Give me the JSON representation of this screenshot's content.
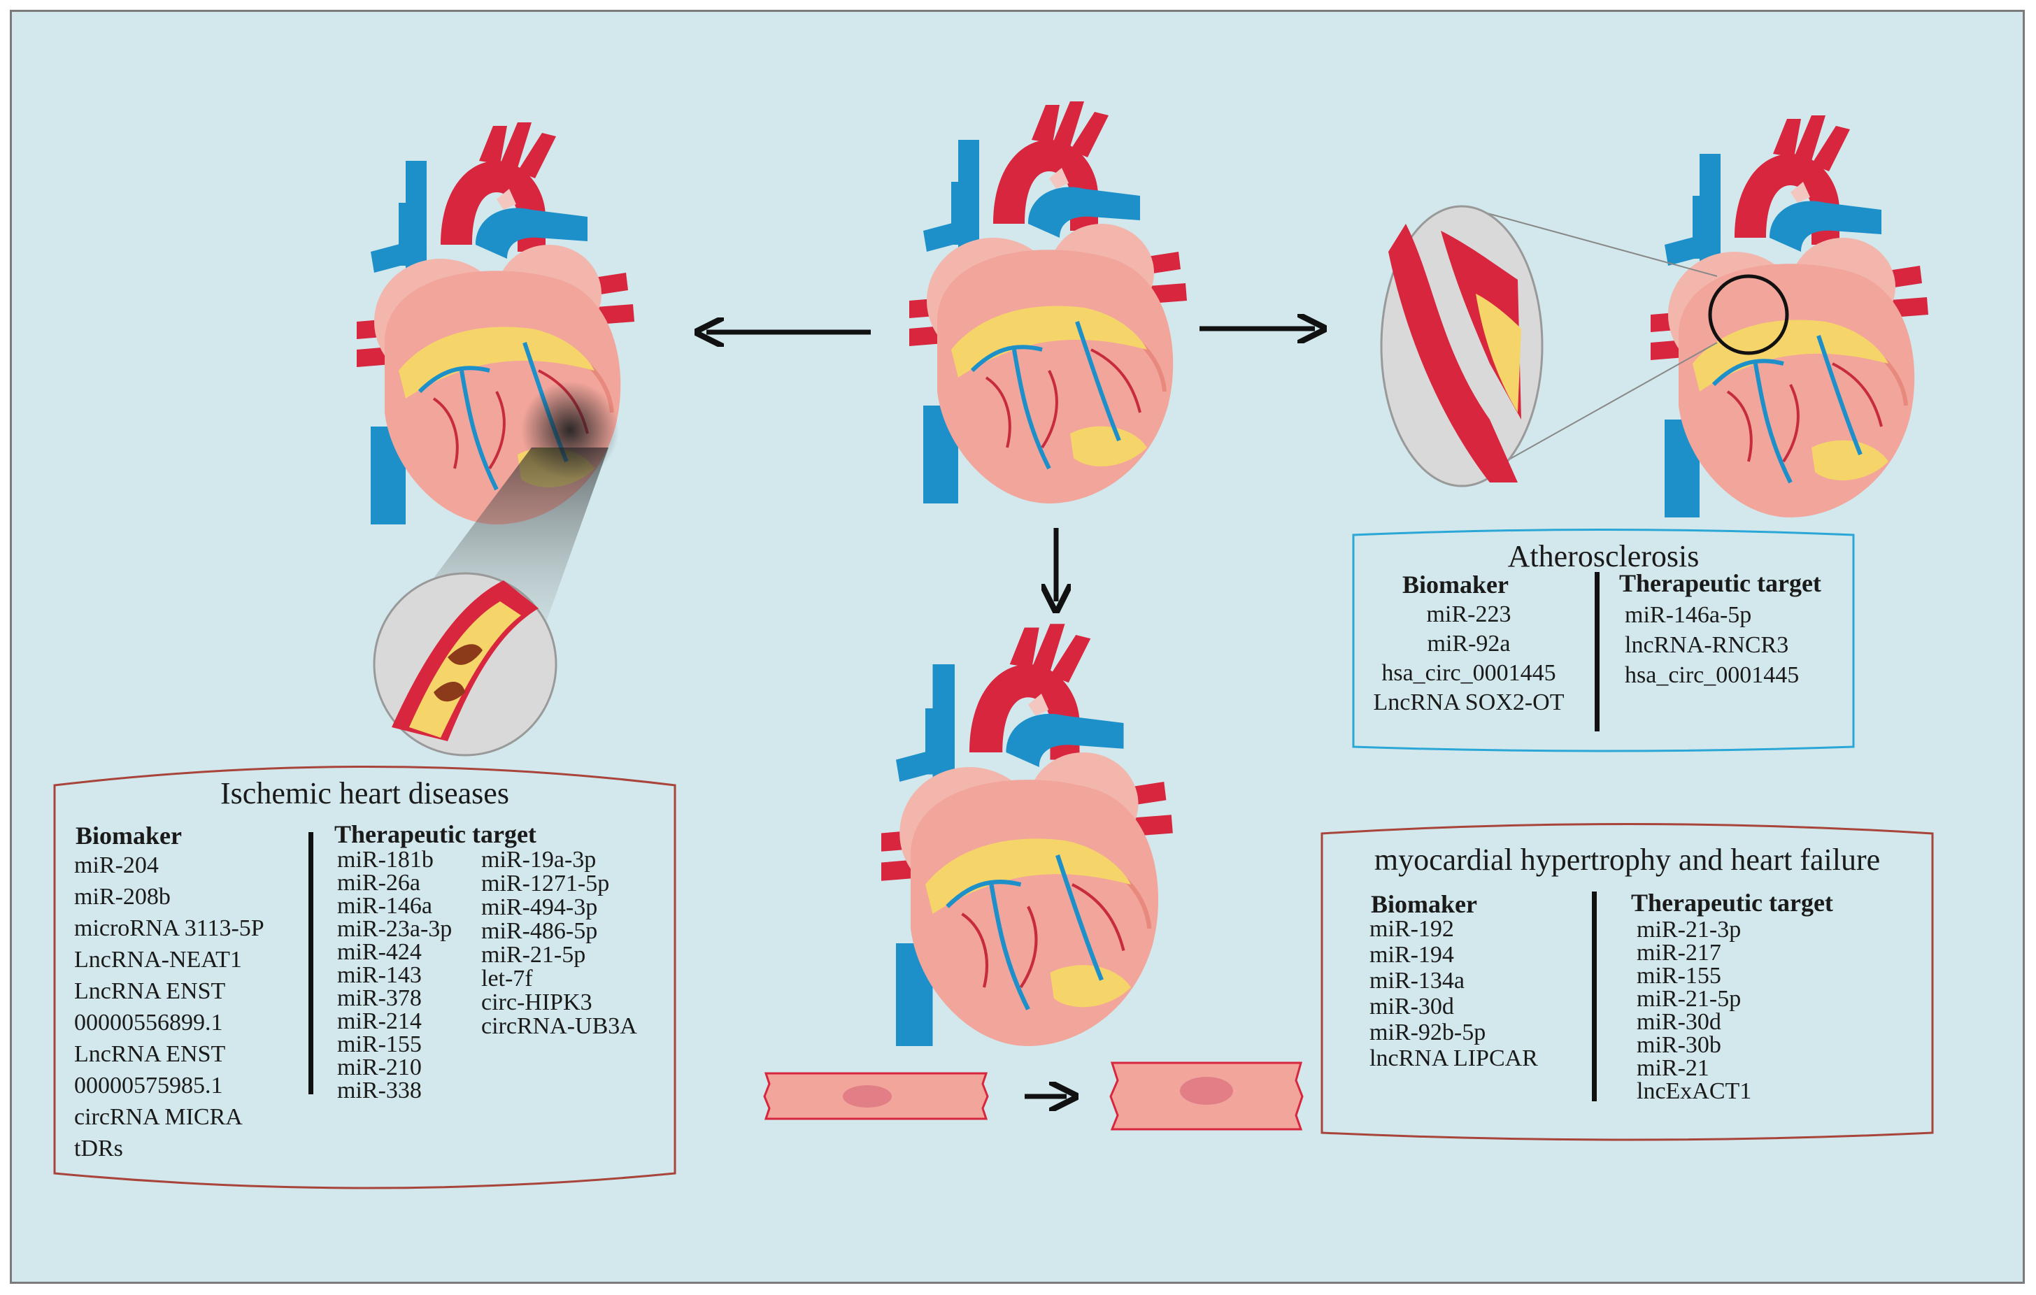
{
  "ischemic": {
    "title": "Ischemic heart diseases",
    "biomarker_heading": "Biomaker",
    "biomarkers": [
      "miR-204",
      "miR-208b",
      "microRNA 3113-5P",
      "LncRNA-NEAT1",
      "LncRNA ENST",
      "00000556899.1",
      "LncRNA ENST",
      "00000575985.1",
      "circRNA MICRA",
      "tDRs"
    ],
    "target_heading": "Therapeutic target",
    "targets_col1": [
      "miR-181b",
      "miR-26a",
      "miR-146a",
      "miR-23a-3p",
      "miR-424",
      "miR-143",
      "miR-378",
      "miR-214",
      "miR-155",
      "miR-210",
      "miR-338"
    ],
    "targets_col2": [
      "miR-19a-3p",
      "miR-1271-5p",
      "miR-494-3p",
      "miR-486-5p",
      "miR-21-5p",
      "let-7f",
      "circ-HIPK3",
      "circRNA-UB3A"
    ]
  },
  "atherosclerosis": {
    "title": "Atherosclerosis",
    "biomarker_heading": "Biomaker",
    "biomarkers": [
      "miR-223",
      "miR-92a",
      "hsa_circ_0001445",
      "LncRNA SOX2-OT"
    ],
    "target_heading": "Therapeutic target",
    "targets": [
      "miR-146a-5p",
      "lncRNA-RNCR3",
      "hsa_circ_0001445"
    ]
  },
  "hypertrophy": {
    "title": "myocardial hypertrophy and heart failure",
    "biomarker_heading": "Biomaker",
    "biomarkers": [
      "miR-192",
      "miR-194",
      "miR-134a",
      "miR-30d",
      "miR-92b-5p",
      "lncRNA LIPCAR"
    ],
    "target_heading": "Therapeutic target",
    "targets": [
      "miR-21-3p",
      "miR-217",
      "miR-155",
      "miR-21-5p",
      "miR-30d",
      "miR-30b",
      "miR-21",
      "lncExACT1"
    ]
  },
  "colors": {
    "background": "#d2e8ec",
    "ischemic_border": "#a8443a",
    "atherosclerosis_border": "#2aa7d6",
    "hypertrophy_border": "#a8443a",
    "heart_muscle": "#f2a59b",
    "aorta": "#d7263d",
    "vena_cava": "#1d8fc9",
    "fat": "#f5d46a"
  },
  "icons": [
    "heart-icon",
    "artery-plaque-icon",
    "cardiomyocyte-icon",
    "arrow-icon"
  ]
}
